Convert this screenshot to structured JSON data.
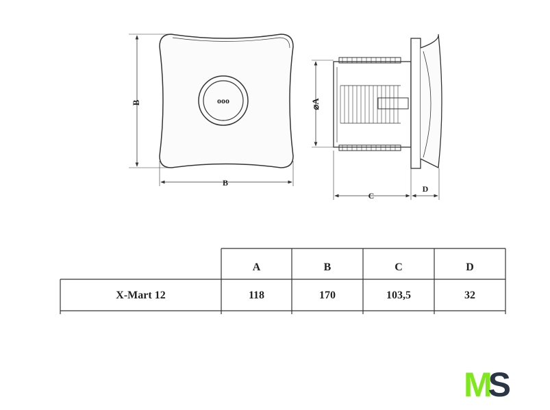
{
  "drawing": {
    "front_label_b_vertical": "B",
    "front_label_b_horizontal": "B",
    "side_label_a": "⌀A",
    "side_label_c": "C",
    "side_label_d": "D",
    "button_symbol": "ooo"
  },
  "table": {
    "headers": [
      "A",
      "B",
      "C",
      "D"
    ],
    "rows": [
      {
        "model": "X-Mart 12",
        "values": [
          "118",
          "170",
          "103,5",
          "32"
        ]
      }
    ]
  },
  "logo": {
    "text_m": "M",
    "text_s": "S",
    "color_m": "#7ee81c",
    "color_s": "#2b3644"
  }
}
